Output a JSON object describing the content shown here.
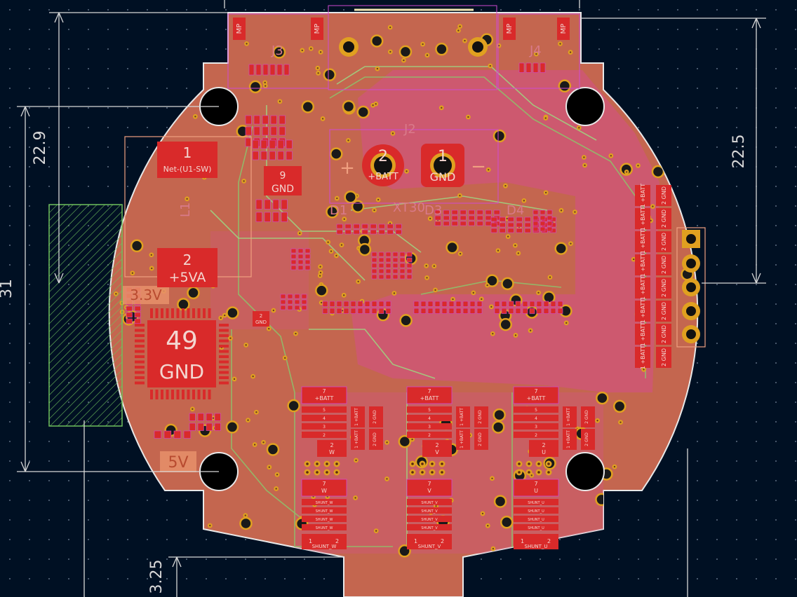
{
  "colors": {
    "background": "#001023",
    "board": "#c4664f",
    "board_dark": "#a94b38",
    "edge": "#e8e8e8",
    "pad": "#d92a2a",
    "pad_text": "#f3d6d0",
    "via_ring": "#e0a020",
    "via_hole": "#111111",
    "pour": "#d0567a",
    "silk_purple": "#d04ad0",
    "trace_green": "#8fbf6a",
    "dimension": "#d8d8d8",
    "keepout": "#6fbf5c",
    "silk_label": "#f0a080"
  },
  "dimensions": [
    {
      "id": "dim-22-9",
      "label": "22.9"
    },
    {
      "id": "dim-31",
      "label": "31"
    },
    {
      "id": "dim-22-5",
      "label": "22.5"
    },
    {
      "id": "dim-3-25",
      "label": "3.25"
    }
  ],
  "pads": {
    "inductor_pin1": {
      "num": "1",
      "net": "Net-(U1-SW)"
    },
    "inductor_pin2": {
      "num": "2",
      "net": "+5VA"
    },
    "mcu_ground": {
      "num": "49",
      "net": "GND"
    },
    "pad9": {
      "num": "9",
      "net": "GND"
    },
    "batt_pos": {
      "num": "2",
      "net": "+BATT"
    },
    "batt_gnd": {
      "num": "1",
      "net": "GND"
    },
    "small_gnd": {
      "num": "2",
      "net": "GND"
    }
  },
  "refs": {
    "j3": "J3",
    "j4": "J4",
    "j2": "J2",
    "xt30": "XT30",
    "d1": "D1",
    "d3": "D3",
    "d4": "D4",
    "l1": "L1",
    "mp": "MP"
  },
  "silk_labels": {
    "v33": "3.3V",
    "v5": "5V",
    "plus": "+",
    "minus": "−"
  },
  "power_stages": [
    {
      "phase": "W",
      "top_net": "+BATT",
      "mid_pin": "2",
      "mid_net": "W",
      "bot_top": "7",
      "bot_net": "W",
      "shunt": "SHUNT_W",
      "shunt_pin": "1",
      "shunt_pin2": "2",
      "side1": "+BATT",
      "side2": "GND",
      "side_pin1": "1",
      "side_pin2": "2",
      "row_labels": [
        "5",
        "4",
        "3",
        "2"
      ]
    },
    {
      "phase": "V",
      "top_net": "+BATT",
      "mid_pin": "2",
      "mid_net": "V",
      "bot_top": "7",
      "bot_net": "V",
      "shunt": "SHUNT_V",
      "shunt_pin": "1",
      "shunt_pin2": "2",
      "side1": "+BATT",
      "side2": "GND",
      "side_pin1": "1",
      "side_pin2": "2",
      "row_labels": [
        "5",
        "4",
        "3",
        "2"
      ]
    },
    {
      "phase": "U",
      "top_net": "+BATT",
      "mid_pin": "2",
      "mid_net": "U",
      "bot_top": "7",
      "bot_net": "U",
      "shunt": "SHUNT_U",
      "shunt_pin": "1",
      "shunt_pin2": "2",
      "side1": "+BATT",
      "side2": "GND",
      "side_pin1": "1",
      "side_pin2": "2",
      "row_labels": [
        "5",
        "4",
        "3",
        "2"
      ]
    }
  ],
  "right_caps": {
    "pin1": "1",
    "pin2": "2",
    "net1": "+BATT",
    "net2": "GND"
  }
}
